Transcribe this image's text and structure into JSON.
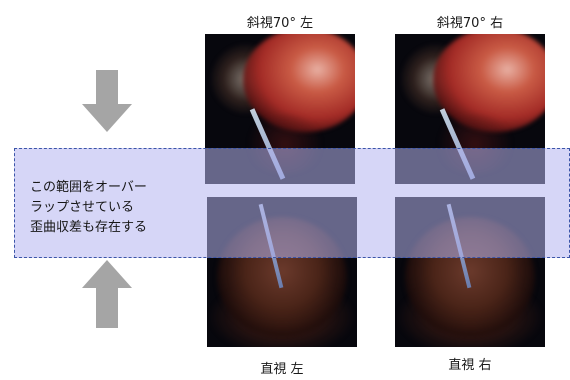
{
  "captions": {
    "oblique_left": "斜視70° 左",
    "oblique_right": "斜視70° 右",
    "direct_left": "直視 左",
    "direct_right": "直視 右"
  },
  "overlap_note": {
    "lines": [
      "この範囲をオーバー",
      "ラップさせている",
      "歪曲収差も存在する"
    ]
  },
  "colors": {
    "band": "#b4b4f0",
    "band_border": "#3b55a8",
    "arrow": "#a5a5a5"
  }
}
